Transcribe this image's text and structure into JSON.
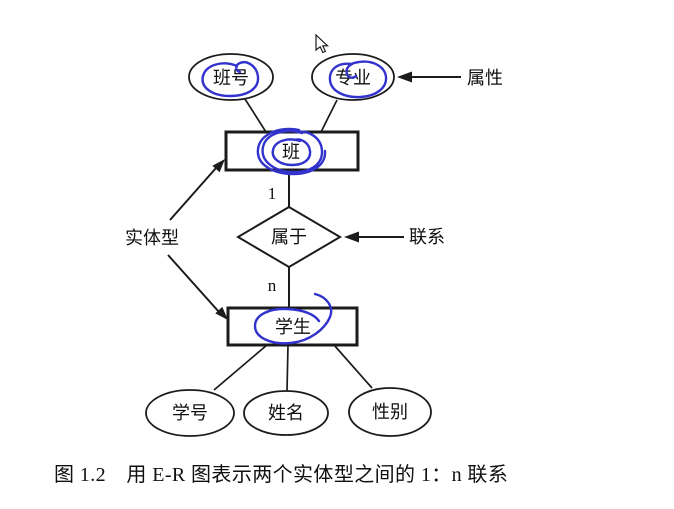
{
  "colors": {
    "background": "#ffffff",
    "line_black": "#1b1b1b",
    "ink_blue": "#3232cd",
    "text": "#101010"
  },
  "er_diagram": {
    "entities": {
      "class": "班",
      "student": "学生"
    },
    "relationship": {
      "name": "属于",
      "cardinality_near_class": "1",
      "cardinality_near_student": "n"
    },
    "class_attributes": {
      "class_no": "班号",
      "major": "专业"
    },
    "student_attributes": {
      "student_no": "学号",
      "name": "姓名",
      "gender": "性别"
    },
    "callouts": {
      "attribute": "属性",
      "relation": "联系",
      "entity_type": "实体型"
    },
    "annotations": {
      "ink_color_name": "blue-pen-circles",
      "cursor_icon": "mouse-arrow-cursor"
    }
  },
  "caption": "图 1.2　用 E-R 图表示两个实体型之间的 1：n 联系"
}
